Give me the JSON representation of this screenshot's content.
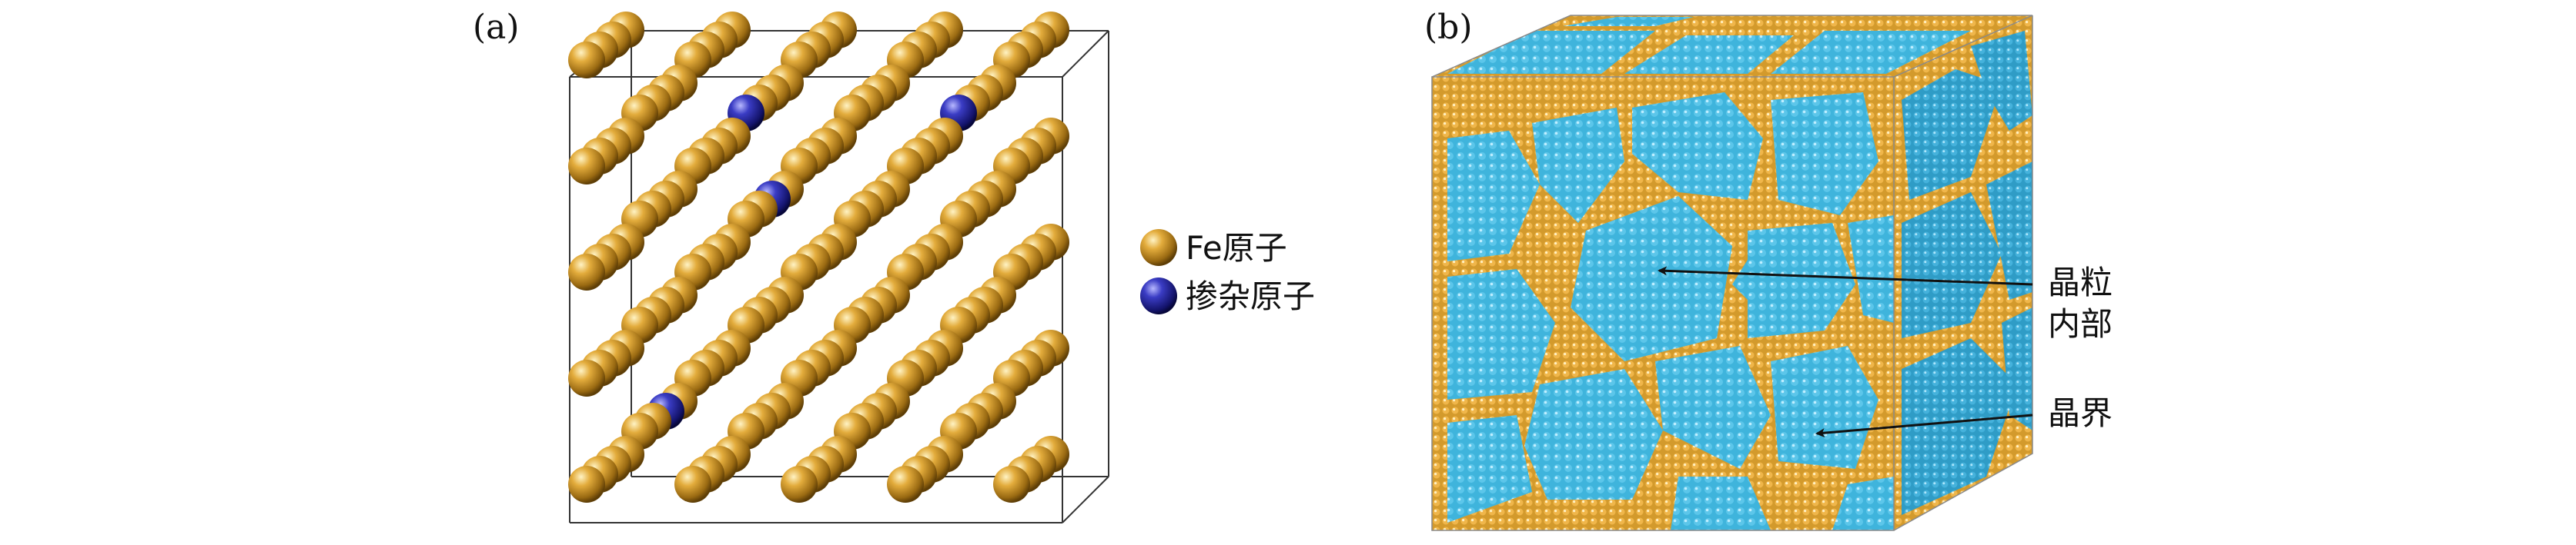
{
  "panel_a": {
    "label": "(a)",
    "legend": [
      {
        "text": "Fe原子",
        "color": "#c8921d",
        "icon": "fe-atom-sphere"
      },
      {
        "text": "掺杂原子",
        "color": "#1e1f8c",
        "icon": "dopant-atom-sphere"
      }
    ]
  },
  "panel_b": {
    "label": "(b)",
    "annotations": [
      {
        "lines": [
          "晶粒",
          "内部"
        ]
      },
      {
        "lines": [
          "晶界"
        ]
      }
    ],
    "colors": {
      "grain": "#3fb4dc",
      "boundary": "#e2a436"
    }
  }
}
